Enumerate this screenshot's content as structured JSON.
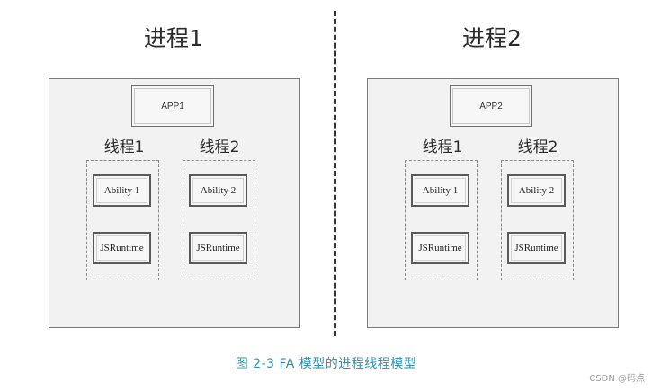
{
  "processes": [
    {
      "title": "进程1",
      "app": "APP1",
      "threads": [
        {
          "label": "线程1",
          "ability": "Ability 1",
          "runtime": "JSRuntime"
        },
        {
          "label": "线程2",
          "ability": "Ability 2",
          "runtime": "JSRuntime"
        }
      ]
    },
    {
      "title": "进程2",
      "app": "APP2",
      "threads": [
        {
          "label": "线程1",
          "ability": "Ability 1",
          "runtime": "JSRuntime"
        },
        {
          "label": "线程2",
          "ability": "Ability 2",
          "runtime": "JSRuntime"
        }
      ]
    }
  ],
  "caption": "图 2-3  FA 模型的进程线程模型",
  "watermark": "CSDN @码点"
}
